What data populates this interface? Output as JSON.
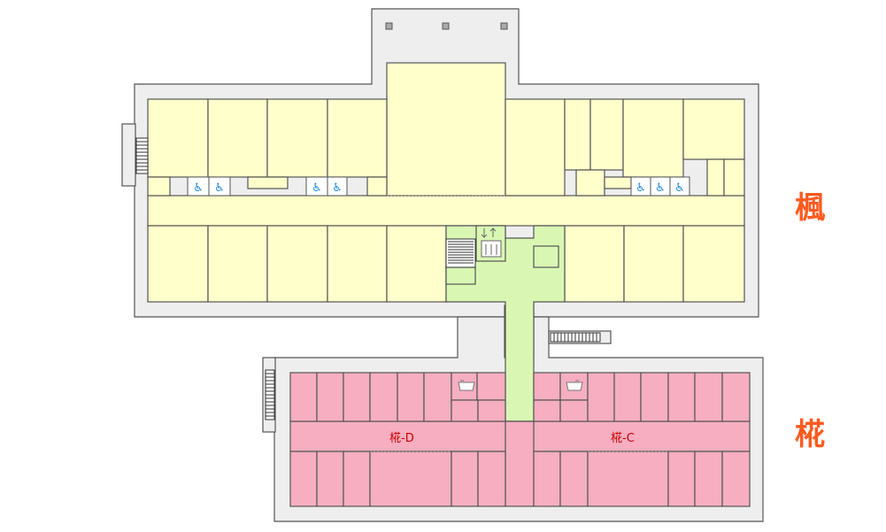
{
  "wing_labels": {
    "maple": "楓",
    "hua": "椛"
  },
  "zone_labels": {
    "d": "椛-D",
    "c": "椛-C"
  },
  "colors": {
    "wall": "#555555",
    "wall_fill": "#eeeeee",
    "maple_room": "#ffffcc",
    "hua_room": "#f6aec0",
    "connector": "#d9f7b3",
    "wing_label": "#ff5a1f",
    "zone_label": "#cc0000",
    "accessibility_icon": "#1e88e5"
  },
  "icons": [
    "wheelchair-accessible-icon",
    "elevator-icon",
    "staircase-icon",
    "bathtub-icon"
  ]
}
